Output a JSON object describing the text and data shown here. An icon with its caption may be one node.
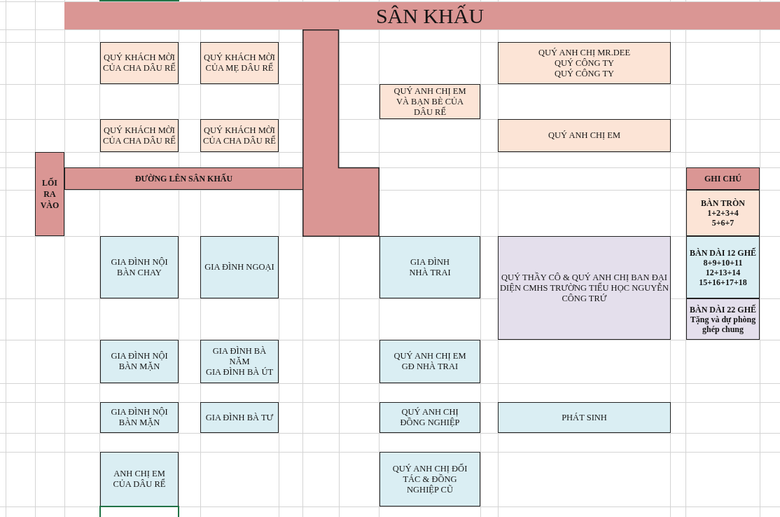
{
  "diagram": {
    "nodes": [
      {
        "text": [
          "SÂN KHẤU"
        ]
      },
      {
        "text": [],
        "shape": "box"
      },
      {
        "text": [
          "QUÝ KHÁCH MỜI CỦA CHA DÂU RỂ"
        ]
      },
      {
        "text": [
          "QUÝ KHÁCH MỜI CỦA MẸ DÂU RỂ"
        ]
      },
      {
        "text": [
          "QUÝ ANH CHỊ MR.DEE",
          "QUÝ CÔNG TY",
          "QUÝ CÔNG TY"
        ]
      },
      {
        "text": [
          "QUÝ ANH CHỊ EM VÀ BẠN BÈ CỦA DÂU RỂ"
        ]
      },
      {
        "text": [
          "QUÝ KHÁCH MỜI CỦA CHA DÂU RỂ"
        ]
      },
      {
        "text": [
          "QUÝ KHÁCH MỜI CỦA CHA DÂU RỂ"
        ]
      },
      {
        "text": [
          "QUÝ ANH CHỊ EM"
        ]
      },
      {
        "text": [
          "LỐI RA VÀO"
        ]
      },
      {
        "text": [
          "ĐƯỜNG LÊN SÂN KHẤU"
        ]
      },
      {
        "text": [
          "GHI CHÚ"
        ]
      },
      {
        "text": [
          "BÀN TRÒN",
          "1+2+3+4 5+6+7"
        ]
      },
      {
        "text": [
          "GIA ĐÌNH NỘI BÀN CHAY"
        ]
      },
      {
        "text": [
          "GIA ĐÌNH NGOẠI"
        ]
      },
      {
        "text": [
          "GIA ĐÌNH NHÀ TRAI"
        ]
      },
      {
        "text": [
          "QUÝ THẦY CÔ & QUÝ ANH CHỊ BAN ĐẠI DIỆN CMHS TRƯỜNG TIỂU HỌC NGUYỄN CÔNG TRỨ"
        ]
      },
      {
        "text": [
          "BÀN DÀI 12 GHẾ",
          "8+9+10+11 12+13+14 15+16+17+18"
        ]
      },
      {
        "text": [
          "BÀN DÀI 22 GHẾ",
          "Tặng và dự phòng ghép chung"
        ]
      },
      {
        "text": [
          "GIA ĐÌNH NỘI BÀN MẶN"
        ]
      },
      {
        "text": [
          "GIA ĐÌNH BÀ NĂM",
          "GIA ĐÌNH BÀ ÚT"
        ]
      },
      {
        "text": [
          "QUÝ ANH CHỊ EM GĐ NHÀ TRAI"
        ]
      },
      {
        "text": [
          "GIA ĐÌNH NỘI BÀN MẶN"
        ]
      },
      {
        "text": [
          "GIA ĐÌNH BÀ TƯ"
        ]
      },
      {
        "text": [
          "QUÝ ANH CHỊ ĐỒNG NGHIỆP"
        ]
      },
      {
        "text": [
          "PHÁT SINH"
        ]
      },
      {
        "text": [
          "ANH CHỊ EM CỦA DÂU RỂ"
        ]
      },
      {
        "text": [
          "QUÝ ANH CHỊ ĐỐI TÁC & ĐỒNG NGHIỆP CŨ"
        ]
      }
    ]
  }
}
